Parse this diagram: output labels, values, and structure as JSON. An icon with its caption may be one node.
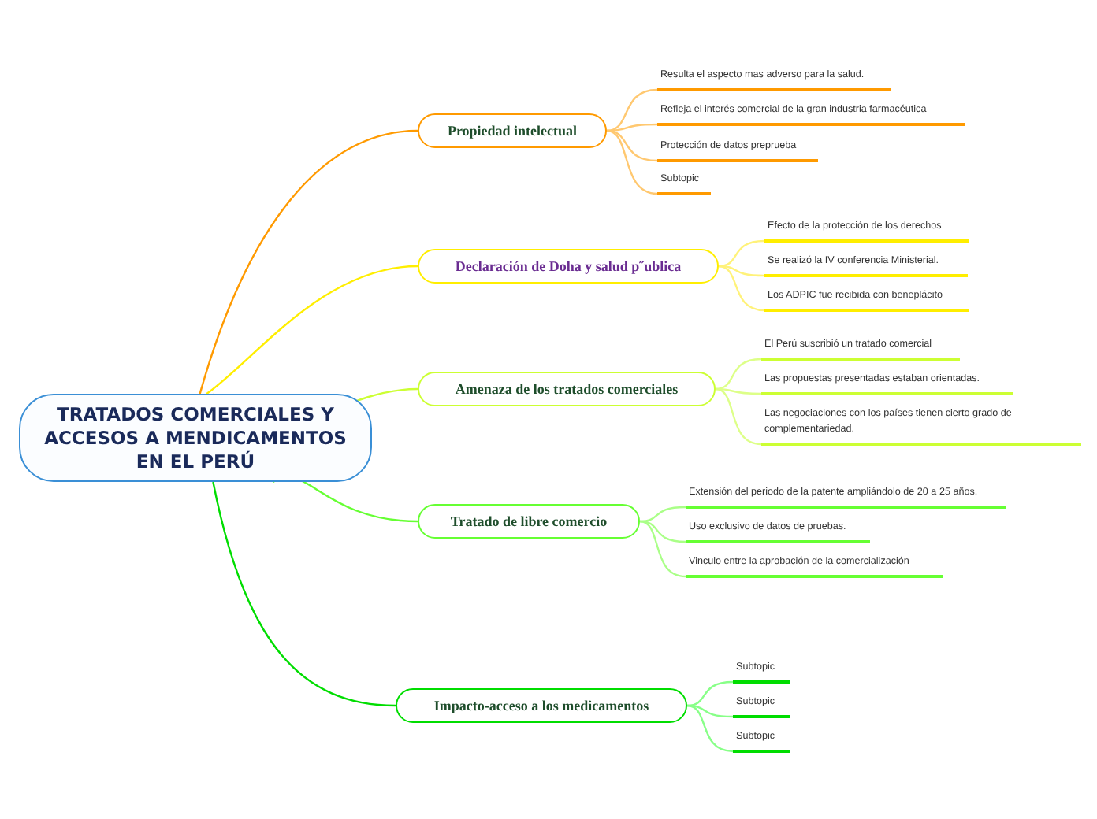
{
  "diagram": {
    "nodes": [
      {
        "text": [
          "TRATADOS COMERCIALES Y ACCESOS  A MENDICAMENTOS EN EL PERÚ"
        ]
      },
      {
        "text": [
          "Propiedad intelectual"
        ]
      },
      {
        "text": [
          "Resulta el aspecto mas adverso para la salud."
        ]
      },
      {
        "text": [
          "Refleja el interés comercial de la gran industria farmacéutica"
        ]
      },
      {
        "text": [
          "Protección de datos preprueba"
        ]
      },
      {
        "text": [
          "Subtopic"
        ]
      },
      {
        "text": [
          "Declaración de Doha y salud p˝ublica"
        ]
      },
      {
        "text": [
          "Efecto de la protección de los derechos"
        ]
      },
      {
        "text": [
          "Se realizó la IV conferencia Ministerial."
        ]
      },
      {
        "text": [
          "Los ADPIC fue recibida con beneplácito"
        ]
      },
      {
        "text": [
          "Amenaza de los tratados comerciales"
        ]
      },
      {
        "text": [
          "El Perú suscribió un tratado comercial"
        ]
      },
      {
        "text": [
          "Las propuestas presentadas estaban orientadas."
        ]
      },
      {
        "text": [
          "Las negociaciones con los países tienen cierto grado de complementariedad."
        ]
      },
      {
        "text": [
          "Tratado de libre comercio"
        ]
      },
      {
        "text": [
          "Extensión del periodo de la patente ampliándolo de 20 a 25 años."
        ]
      },
      {
        "text": [
          "Uso exclusivo de datos de pruebas."
        ]
      },
      {
        "text": [
          "Vinculo entre la aprobación de la comercialización"
        ]
      },
      {
        "text": [
          "Impacto-acceso a los medicamentos"
        ]
      },
      {
        "text": [
          "Subtopic"
        ]
      },
      {
        "text": [
          "Subtopic"
        ]
      },
      {
        "text": [
          "Subtopic"
        ]
      }
    ],
    "edges": [
      {
        "from": 0,
        "to": 1,
        "arrow": "none",
        "color": "#ff9a00"
      },
      {
        "from": 1,
        "to": 2,
        "arrow": "none",
        "color": "#ffc870"
      },
      {
        "from": 1,
        "to": 3,
        "arrow": "none",
        "color": "#ffc870"
      },
      {
        "from": 1,
        "to": 4,
        "arrow": "none",
        "color": "#ffc870"
      },
      {
        "from": 1,
        "to": 5,
        "arrow": "none",
        "color": "#ffc870"
      },
      {
        "from": 0,
        "to": 6,
        "arrow": "none",
        "color": "#ffee00"
      },
      {
        "from": 6,
        "to": 7,
        "arrow": "none",
        "color": "#fff27a"
      },
      {
        "from": 6,
        "to": 8,
        "arrow": "none",
        "color": "#fff27a"
      },
      {
        "from": 6,
        "to": 9,
        "arrow": "none",
        "color": "#fff27a"
      },
      {
        "from": 0,
        "to": 10,
        "arrow": "none",
        "color": "#ccff33"
      },
      {
        "from": 10,
        "to": 11,
        "arrow": "none",
        "color": "#ddff88"
      },
      {
        "from": 10,
        "to": 12,
        "arrow": "none",
        "color": "#ddff88"
      },
      {
        "from": 10,
        "to": 13,
        "arrow": "none",
        "color": "#ddff88"
      },
      {
        "from": 0,
        "to": 14,
        "arrow": "none",
        "color": "#66ff33"
      },
      {
        "from": 14,
        "to": 15,
        "arrow": "none",
        "color": "#aaff88"
      },
      {
        "from": 14,
        "to": 16,
        "arrow": "none",
        "color": "#aaff88"
      },
      {
        "from": 14,
        "to": 17,
        "arrow": "none",
        "color": "#aaff88"
      },
      {
        "from": 0,
        "to": 18,
        "arrow": "none",
        "color": "#00dd00"
      },
      {
        "from": 18,
        "to": 19,
        "arrow": "none",
        "color": "#88ff88"
      },
      {
        "from": 18,
        "to": 20,
        "arrow": "none",
        "color": "#88ff88"
      },
      {
        "from": 18,
        "to": 21,
        "arrow": "none",
        "color": "#88ff88"
      }
    ]
  }
}
